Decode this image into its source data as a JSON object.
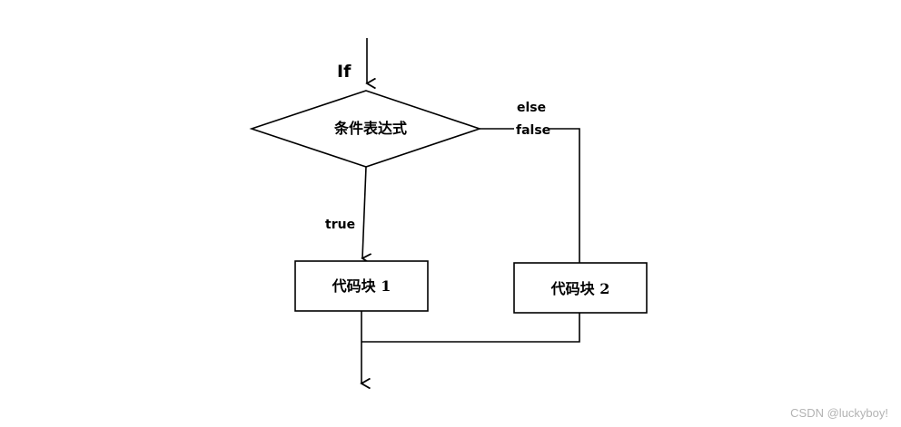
{
  "diagram": {
    "start_label": "If",
    "condition_label": "条件表达式",
    "true_label": "true",
    "else_label": "else",
    "false_label": "false",
    "block1_label": "代码块 1",
    "block2_label": "代码块 2"
  },
  "watermark": "CSDN @luckyboy!",
  "colors": {
    "line": "#000000",
    "background": "#ffffff",
    "watermark": "#b3b3b3"
  }
}
